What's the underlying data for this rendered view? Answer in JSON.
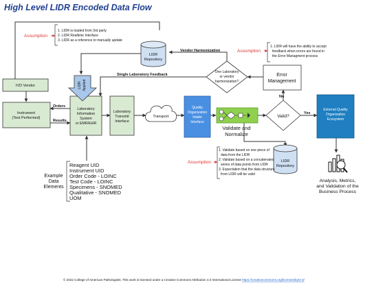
{
  "title": "High Level LIDR Encoded Data Flow",
  "assumption_label": "Assumption",
  "assumptions": {
    "top": [
      "1.  LIDR is loaded from 3rd party",
      "2.  LIDR Realtime Interface",
      "3.  LIDR as a reference to manually update"
    ],
    "right": [
      "1. LIDR will have the ability to accept",
      "feedback when errors are found in",
      "the Error Managment process"
    ],
    "bottom": [
      "1. Validate based on one piece of",
      "data from the LIDR",
      "2. Validate based on a concatenated",
      "series of data points from LIDR",
      "3. Expectation that the data structure",
      "from LIDR will be valid"
    ]
  },
  "nodes": {
    "lidr_repository": [
      "LIDR",
      "Repository"
    ],
    "lidr_repository_2": [
      "LIDR",
      "Repository"
    ],
    "ivd_vendor": "IVD Vendor",
    "instrument": [
      "Instrument",
      "(Test Performed)"
    ],
    "lis": [
      "Laboratory",
      "Information",
      "System",
      "or EMR/EHR"
    ],
    "lab_transmit": [
      "Laboratory",
      "Transmit",
      "Interface"
    ],
    "transport": "Transport",
    "quality_intake": [
      "Quality",
      "Organization",
      "Intake",
      "Interface"
    ],
    "validate": [
      "Validate and",
      "Normalize"
    ],
    "valid_decision": "Valid?",
    "vendor_decision": [
      "One Laboratory",
      "or vendor",
      "harmonization?"
    ],
    "error_management": [
      "Error",
      "Management"
    ],
    "ecosystem": [
      "External Quality",
      "Organization",
      "Ecosystem"
    ],
    "lidr_applied": [
      "LIDR",
      "Applied"
    ],
    "analysis": [
      "Analysis, Metrics,",
      "and Validation of the",
      "Business Process"
    ]
  },
  "edge_labels": {
    "vendor_harmonization": "Vendor Harmonization",
    "single_lab_feedback": "Single Laboratory Feedback",
    "orders": "Orders",
    "results": "Results",
    "yes": "Yes",
    "no": "No"
  },
  "example_data_label": [
    "Example",
    "Data",
    "Elements"
  ],
  "example_data_elements": [
    "Reagent UID",
    "Instrument UID",
    "Order Code - LOINC",
    "Test Code - LOINC",
    "Specimens - SNOMED",
    "Qualitative - SNOMED",
    "UOM"
  ],
  "footer": {
    "text": "© 2022 College of American Pathologists. This work is licensed under a Creative Commons Attribution 4.0 International License ",
    "link": "https://creativecommons.org/licenses/by/4.0/"
  },
  "colors": {
    "green_box": "#d9ead3",
    "blue_box": "#4a90e2",
    "dark_blue_box": "#1f7fc0",
    "light_blue": "#cfe0f3",
    "lime": "#8fd14f",
    "red": "#dd3333"
  }
}
